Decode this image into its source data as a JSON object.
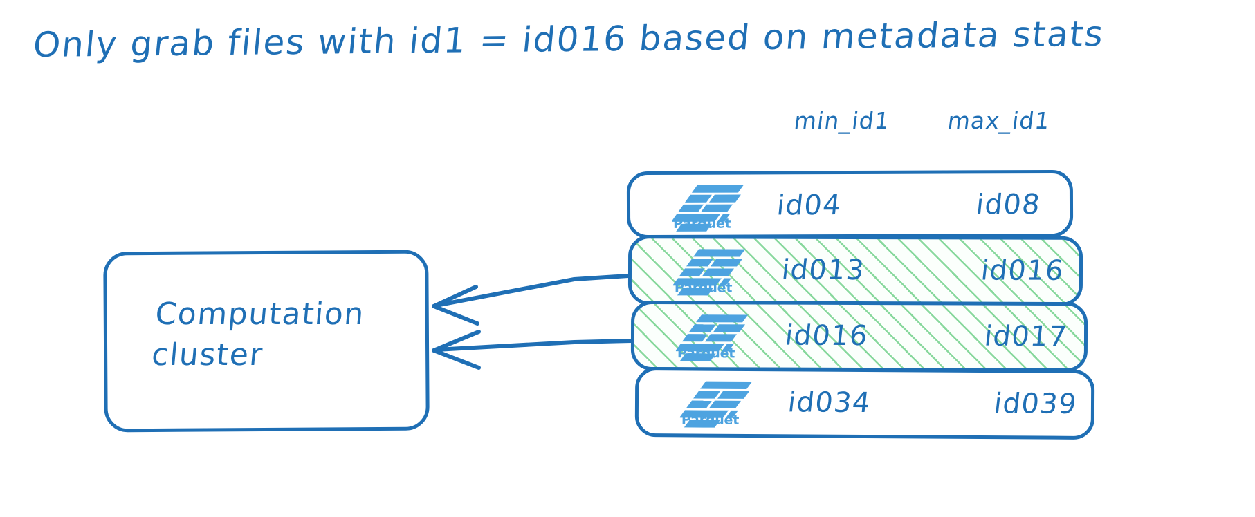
{
  "title": "Only grab files with id1 = id016 based on metadata stats",
  "colors": {
    "ink": "#1f6fb5",
    "highlight": "#82d698",
    "logo": "#4da3e0",
    "background": "#ffffff"
  },
  "cluster": {
    "label": "Computation\ncluster",
    "name": "Computation cluster"
  },
  "table": {
    "headers": {
      "min": "min_id1",
      "max": "max_id1"
    },
    "rows": [
      {
        "logo_label": "Parquet",
        "min": "id04",
        "max": "id08",
        "highlighted": false
      },
      {
        "logo_label": "Parquet",
        "min": "id013",
        "max": "id016",
        "highlighted": true
      },
      {
        "logo_label": "Parquet",
        "min": "id016",
        "max": "id017",
        "highlighted": true
      },
      {
        "logo_label": "Parquet",
        "min": "id034",
        "max": "id039",
        "highlighted": false
      }
    ]
  },
  "arrows": [
    {
      "from_row": 1,
      "to": "cluster"
    },
    {
      "from_row": 2,
      "to": "cluster"
    }
  ]
}
